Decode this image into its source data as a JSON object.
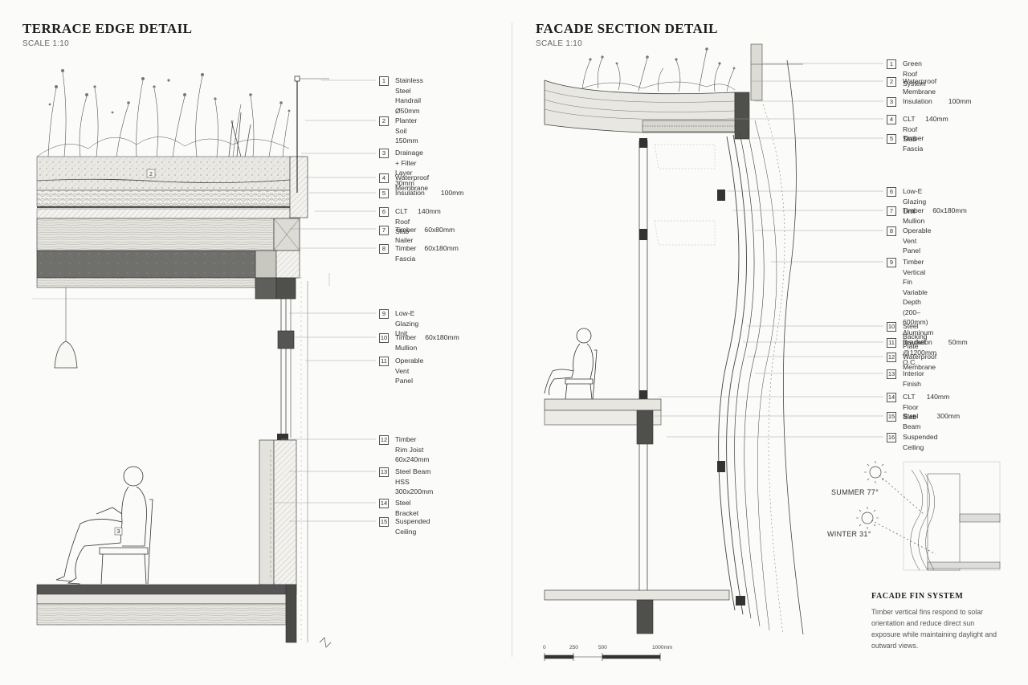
{
  "left": {
    "title": "TERRACE EDGE DETAIL",
    "scale": "SCALE 1:10",
    "legend": [
      {
        "n": "1",
        "label": "Stainless Steel Handrail\nØ50mm",
        "dim": ""
      },
      {
        "n": "2",
        "label": "Planter Soil\n150mm",
        "dim": ""
      },
      {
        "n": "3",
        "label": "Drainage + Filter Layer\n30mm",
        "dim": ""
      },
      {
        "n": "4",
        "label": "Waterproof Membrane",
        "dim": ""
      },
      {
        "n": "5",
        "label": "Insulation",
        "dim": "100mm"
      },
      {
        "n": "6",
        "label": "CLT Roof Slab",
        "dim": "140mm"
      },
      {
        "n": "7",
        "label": "Timber Nailer",
        "dim": "60x80mm"
      },
      {
        "n": "8",
        "label": "Timber Fascia",
        "dim": "60x180mm"
      },
      {
        "n": "9",
        "label": "Low-E Glazing Unit",
        "dim": ""
      },
      {
        "n": "10",
        "label": "Timber Mullion",
        "dim": "60x180mm"
      },
      {
        "n": "11",
        "label": "Operable Vent Panel",
        "dim": ""
      },
      {
        "n": "12",
        "label": "Timber Rim Joist\n60x240mm",
        "dim": ""
      },
      {
        "n": "13",
        "label": "Steel Beam\nHSS 300x200mm",
        "dim": ""
      },
      {
        "n": "14",
        "label": "Steel Bracket",
        "dim": ""
      },
      {
        "n": "15",
        "label": "Suspended Ceiling",
        "dim": ""
      }
    ],
    "callout_soil": "2",
    "callout_person": "3"
  },
  "right": {
    "title": "FACADE SECTION DETAIL",
    "scale": "SCALE 1:10",
    "legend": [
      {
        "n": "1",
        "label": "Green Roof System",
        "dim": ""
      },
      {
        "n": "2",
        "label": "Waterproof Membrane",
        "dim": ""
      },
      {
        "n": "3",
        "label": "Insulation",
        "dim": "100mm"
      },
      {
        "n": "4",
        "label": "CLT Roof Slab",
        "dim": "140mm"
      },
      {
        "n": "5",
        "label": "Timber Fascia",
        "dim": ""
      },
      {
        "n": "6",
        "label": "Low-E Glazing Unit",
        "dim": ""
      },
      {
        "n": "7",
        "label": "Timber Mullion",
        "dim": "60x180mm"
      },
      {
        "n": "8",
        "label": "Operable Vent Panel",
        "dim": ""
      },
      {
        "n": "9",
        "label": "Timber Vertical Fin\nVariable Depth\n(200–600mm)\nAluminum Bracket\n@1200mm O.C.",
        "dim": ""
      },
      {
        "n": "10",
        "label": "Steel Backing Plate",
        "dim": ""
      },
      {
        "n": "11",
        "label": "Insulation",
        "dim": "50mm"
      },
      {
        "n": "12",
        "label": "Waterproof Membrane",
        "dim": ""
      },
      {
        "n": "13",
        "label": "Interior Finish",
        "dim": ""
      },
      {
        "n": "14",
        "label": "CLT Floor Slab",
        "dim": "140mm"
      },
      {
        "n": "15",
        "label": "Steel Beam",
        "dim": "300mm"
      },
      {
        "n": "16",
        "label": "Suspended Ceiling",
        "dim": ""
      }
    ],
    "sun": {
      "summer": "SUMMER 77°",
      "winter": "WINTER 31°"
    },
    "scale_bar": [
      "0",
      "250",
      "500",
      "1000mm"
    ],
    "fin_system": {
      "title": "FACADE FIN SYSTEM",
      "text": "Timber vertical fins respond to solar orientation and reduce direct sun exposure while maintaining daylight and outward views."
    }
  }
}
